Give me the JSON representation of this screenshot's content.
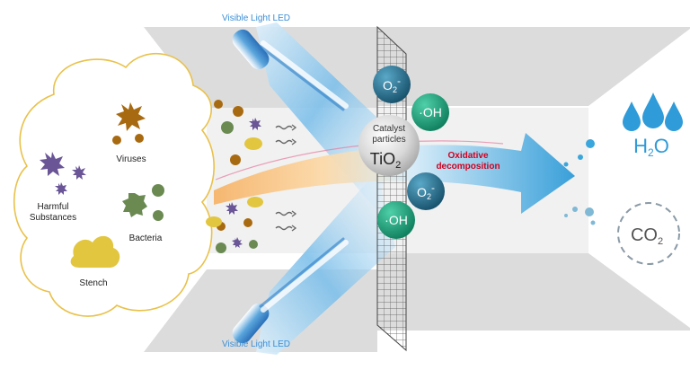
{
  "labels": {
    "led_top": "Visible Light LED",
    "led_bottom": "Visible Light LED",
    "viruses": "Viruses",
    "harmful_line1": "Harmful",
    "harmful_line2": "Substances",
    "bacteria": "Bacteria",
    "stench": "Stench",
    "catalyst_line1": "Catalyst",
    "catalyst_line2": "particles",
    "tio2_main": "TiO",
    "tio2_sub": "2",
    "oxidative_line1": "Oxidative",
    "oxidative_line2": "decomposition",
    "o2_main": "O",
    "o2_sub": "2",
    "o2_sup": "-",
    "oh": "·OH",
    "h2o_h": "H",
    "h2o_sub": "2",
    "h2o_o": "O",
    "co2_main": "CO",
    "co2_sub": "2"
  },
  "colors": {
    "led_label": "#3a8fd6",
    "oxidative": "#d2001e",
    "o2_radical": "#1f6e8c",
    "oh_radical": "#16a07a",
    "virus": "#a86a10",
    "harmful": "#6a5697",
    "bacteria": "#6a8a52",
    "stench": "#e2c640",
    "water": "#2f9bd8",
    "outline": "#e9c14a",
    "chamber": "#dcdcdc"
  }
}
